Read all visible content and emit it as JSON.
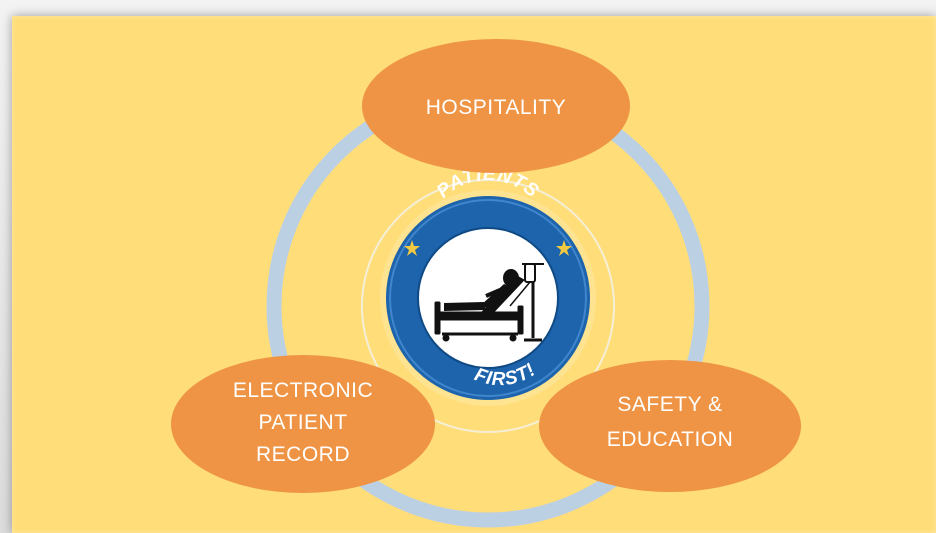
{
  "diagram": {
    "center_badge": {
      "top_text": "PATIENTS",
      "bottom_text": "FIRST!",
      "icon": "patient-in-hospital-bed-icon"
    },
    "nodes": [
      {
        "id": "hospitality",
        "lines": [
          "HOSPITALITY"
        ]
      },
      {
        "id": "safety-education",
        "lines": [
          "SAFETY &",
          "EDUCATION"
        ]
      },
      {
        "id": "electronic-patient-record",
        "lines": [
          "ELECTRONIC",
          "PATIENT",
          "RECORD"
        ]
      }
    ],
    "colors": {
      "background": "#ffdd78",
      "node_fill": "#ee9444",
      "ring": "#bcd0e4",
      "badge_blue": "#1d64ad",
      "text": "#ffffff"
    }
  }
}
